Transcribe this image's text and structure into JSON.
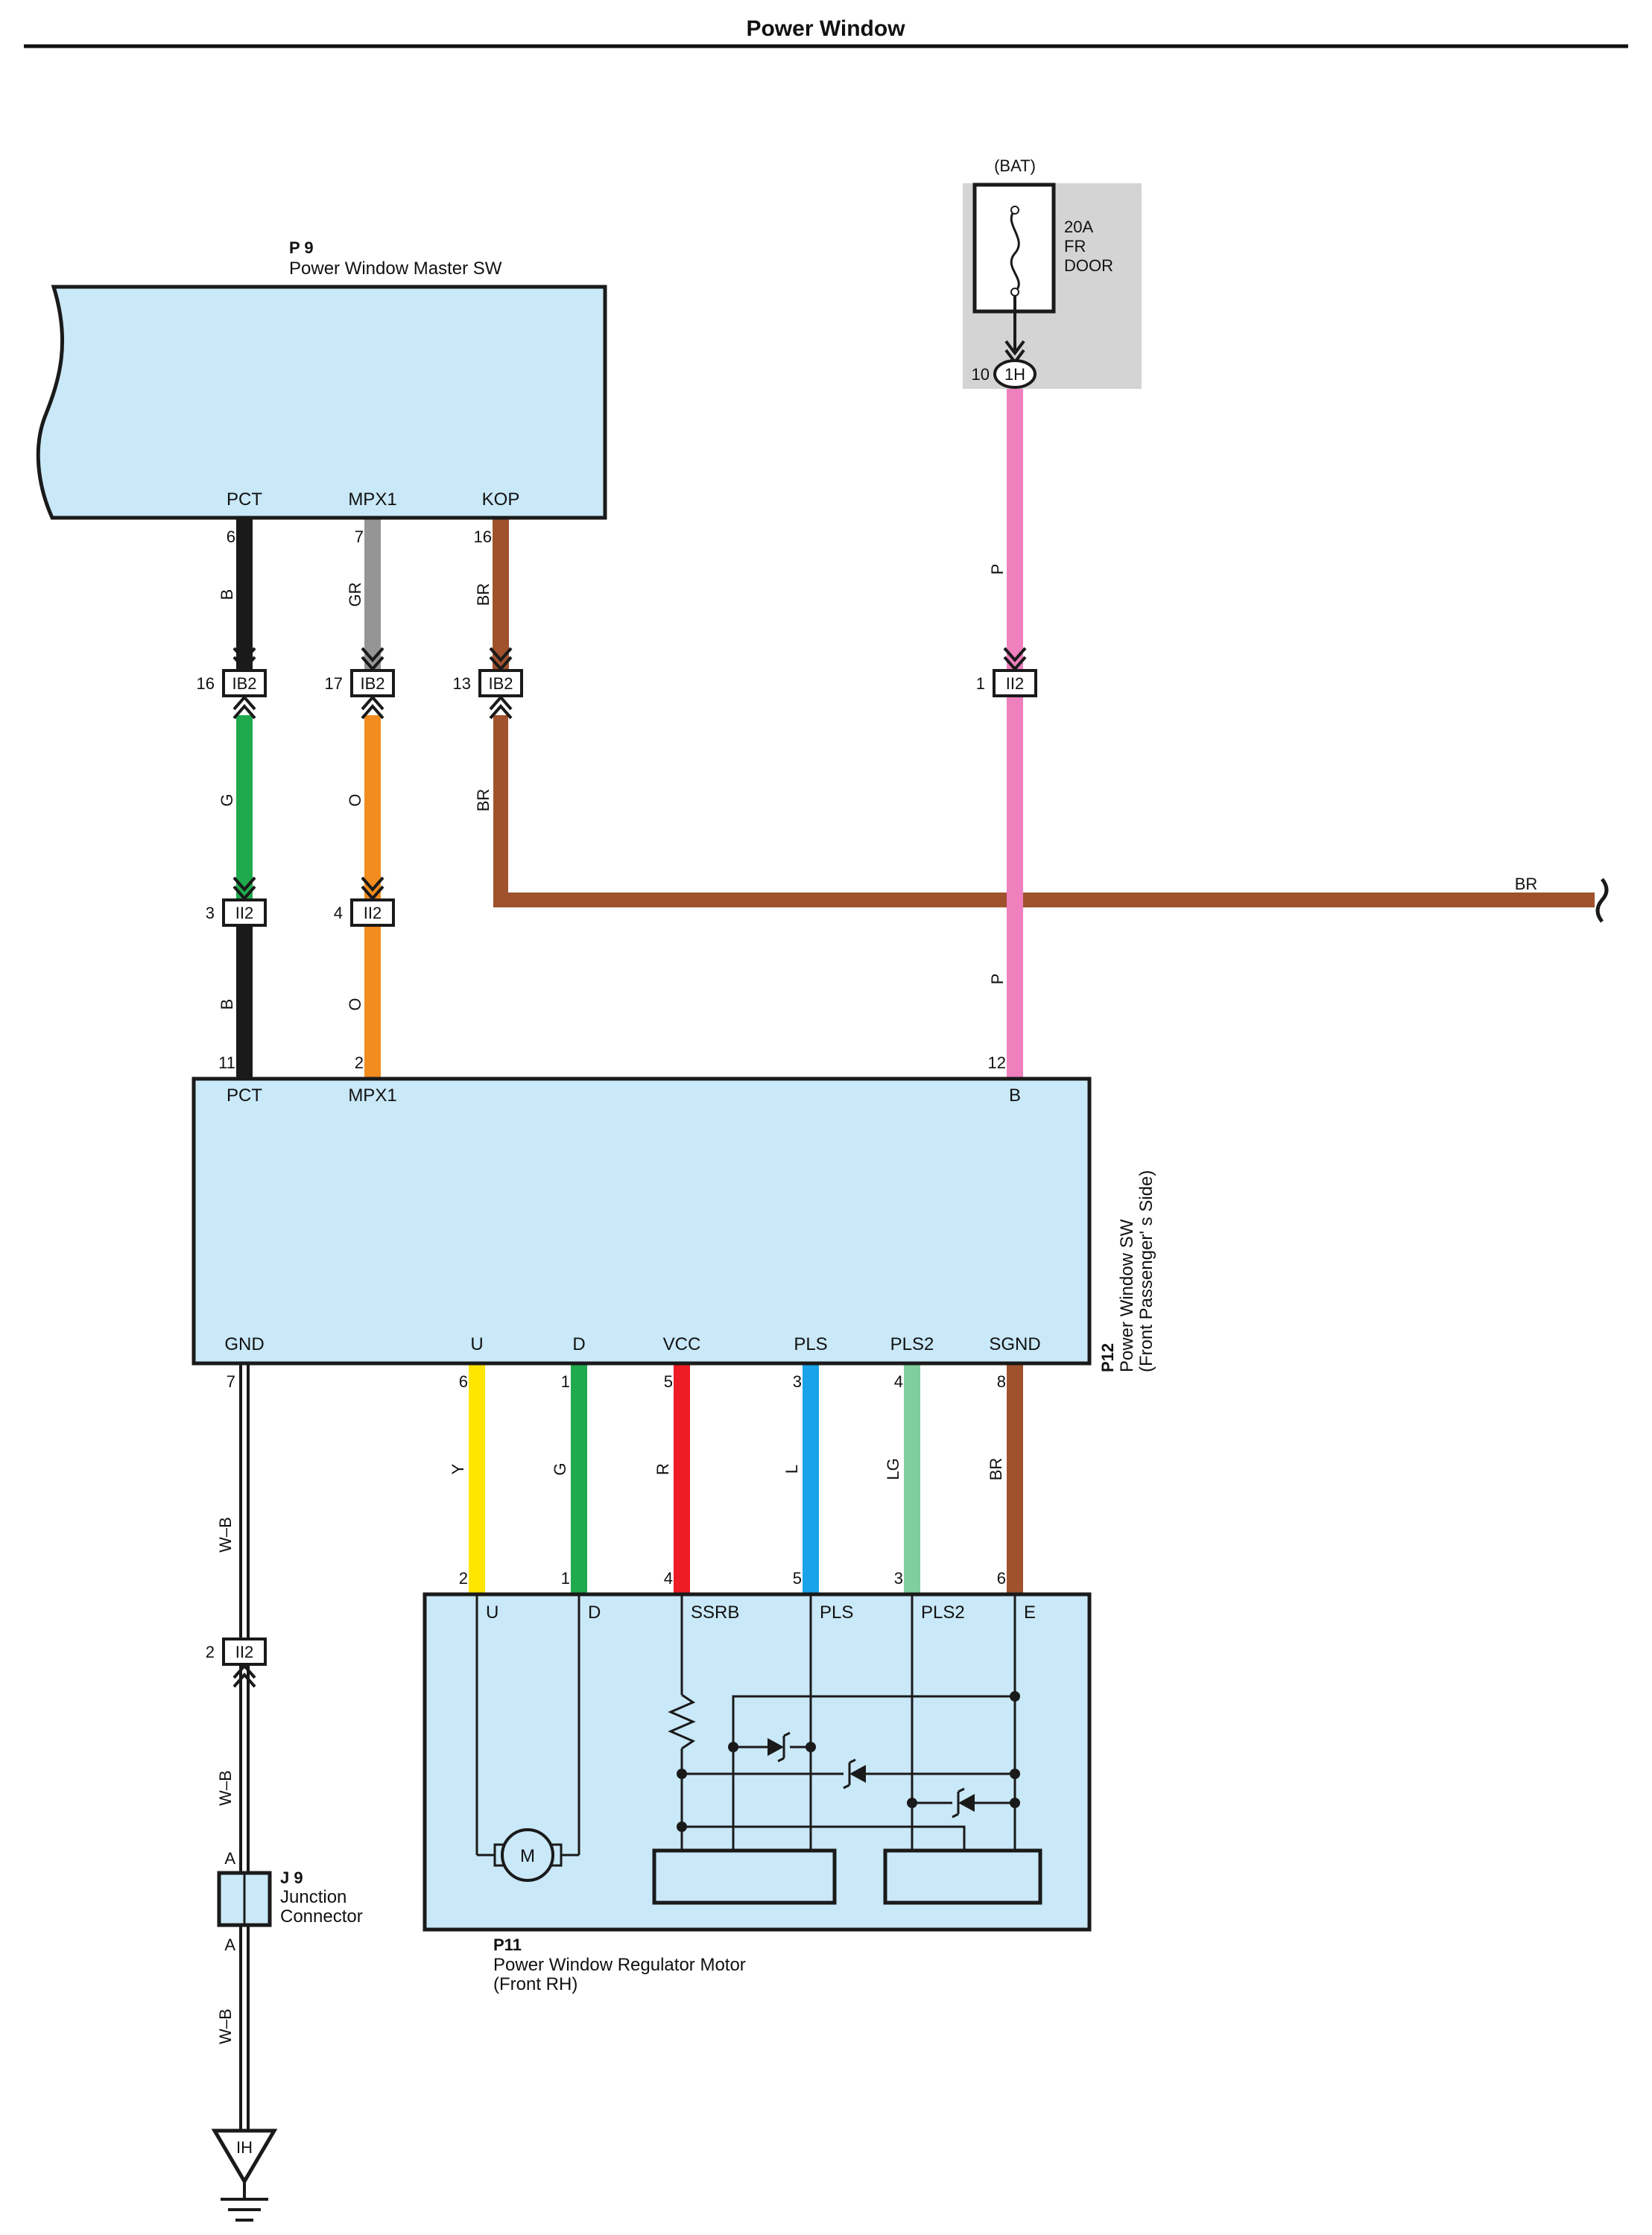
{
  "title": "Power Window",
  "components": {
    "master_sw": {
      "code": "P 9",
      "name": "Power Window Master SW"
    },
    "fuse": {
      "source": "(BAT)",
      "rating": "20A",
      "line1": "FR",
      "line2": "DOOR",
      "terminal_num": "10",
      "terminal_id": "1H"
    },
    "passenger_sw": {
      "code": "P12",
      "name": "Power Window SW",
      "sub": "(Front Passenger' s Side)"
    },
    "motor": {
      "code": "P11",
      "name": "Power Window Regulator Motor",
      "sub": "(Front RH)",
      "motor_symbol": "M"
    },
    "junction": {
      "code": "J 9",
      "line1": "Junction",
      "line2": "Connector",
      "pin_top": "A",
      "pin_bottom": "A"
    },
    "ground": {
      "label": "IH"
    }
  },
  "master_pins": [
    {
      "name": "PCT",
      "num": "6"
    },
    {
      "name": "MPX1",
      "num": "7"
    },
    {
      "name": "KOP",
      "num": "16"
    }
  ],
  "passenger_top_pins": [
    {
      "name": "PCT",
      "num": "11"
    },
    {
      "name": "MPX1",
      "num": "2"
    },
    {
      "name": "B",
      "num": "12"
    }
  ],
  "passenger_bottom_pins": [
    {
      "name": "GND",
      "num": "7"
    },
    {
      "name": "U",
      "num": "6"
    },
    {
      "name": "D",
      "num": "1"
    },
    {
      "name": "VCC",
      "num": "5"
    },
    {
      "name": "PLS",
      "num": "3"
    },
    {
      "name": "PLS2",
      "num": "4"
    },
    {
      "name": "SGND",
      "num": "8"
    }
  ],
  "motor_pins": [
    {
      "name": "U",
      "num": "2"
    },
    {
      "name": "D",
      "num": "1"
    },
    {
      "name": "SSRB",
      "num": "4"
    },
    {
      "name": "PLS",
      "num": "5"
    },
    {
      "name": "PLS2",
      "num": "3"
    },
    {
      "name": "E",
      "num": "6"
    }
  ],
  "connectors": {
    "ib2_pct": {
      "id": "IB2",
      "num": "16"
    },
    "ib2_mpx": {
      "id": "IB2",
      "num": "17"
    },
    "ib2_kop": {
      "id": "IB2",
      "num": "13"
    },
    "ii2_bat": {
      "id": "II2",
      "num": "1"
    },
    "ii2_pct": {
      "id": "II2",
      "num": "3"
    },
    "ii2_mpx": {
      "id": "II2",
      "num": "4"
    },
    "ii2_gnd": {
      "id": "II2",
      "num": "2"
    }
  },
  "wire_labels": {
    "pct_upper": "B",
    "pct_mid": "G",
    "pct_lower": "B",
    "mpx_upper": "GR",
    "mpx_mid": "O",
    "mpx_lower": "O",
    "kop_upper": "BR",
    "kop_mid": "BR",
    "br_branch": "BR",
    "bat_upper": "P",
    "bat_lower": "P",
    "gnd_1": "W–B",
    "gnd_2": "W–B",
    "gnd_3": "W–B",
    "u": "Y",
    "d": "G",
    "vcc": "R",
    "pls": "L",
    "pls2": "LG",
    "sgnd": "BR"
  },
  "colors": {
    "B": "#1a1a1a",
    "GR": "#959595",
    "BR": "#a0522d",
    "G": "#1faa4d",
    "O": "#f28c1e",
    "P": "#f07fbe",
    "Y": "#ffe600",
    "R": "#ee1c25",
    "L": "#1aa3e8",
    "LG": "#7fcf9c",
    "box_fill": "#c9e8f8",
    "fuse_bg": "#d4d4d4"
  }
}
